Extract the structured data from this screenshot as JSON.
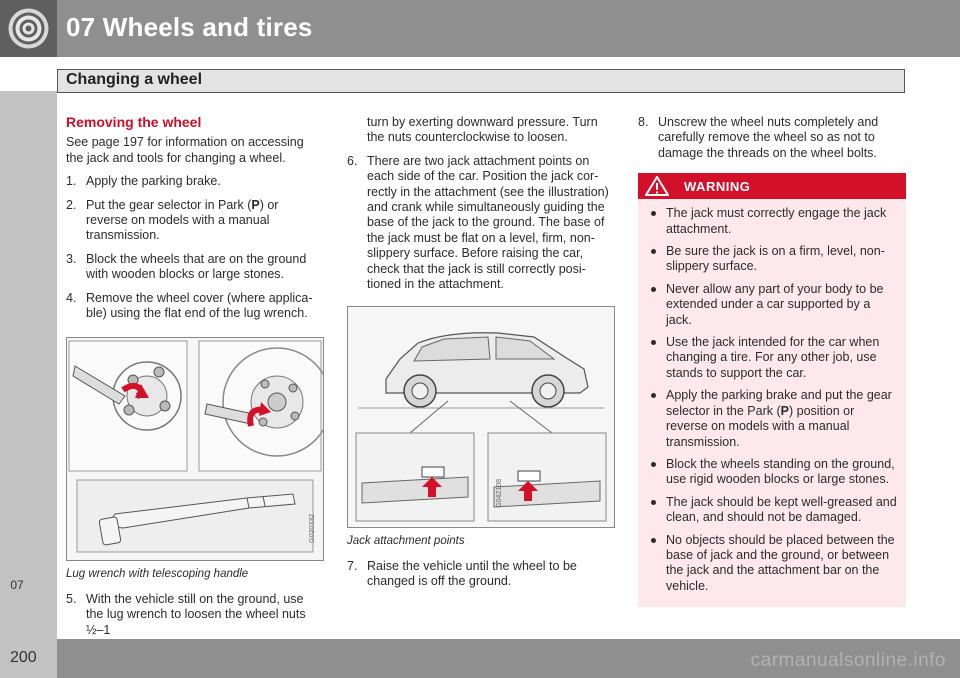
{
  "header": {
    "chapter_title": "07 Wheels and tires",
    "section_title": "Changing a wheel",
    "side_tab": "07"
  },
  "footer": {
    "page_number": "200",
    "watermark": "carmanualsonline.info"
  },
  "col1": {
    "heading": "Removing the wheel",
    "intro": "See page 197 for information on accessing the jack and tools for changing a wheel.",
    "steps": [
      {
        "num": "1.",
        "text": "Apply the parking brake."
      },
      {
        "num": "2.",
        "pre": "Put the gear selector in Park (",
        "key": "P",
        "post": ") or reverse on models with a manual transmission."
      },
      {
        "num": "3.",
        "text": "Block the wheels that are on the ground with wooden blocks or large stones."
      },
      {
        "num": "4.",
        "text": "Remove the wheel cover (where applica-ble) using the flat end of the lug wrench."
      }
    ],
    "figure_code": "G020332",
    "caption": "Lug wrench with telescoping handle",
    "step5": {
      "num": "5.",
      "text": "With the vehicle still on the ground, use the lug wrench to loosen the wheel nuts ½–1"
    }
  },
  "col2": {
    "continued": "turn by exerting downward pressure. Turn the nuts counterclockwise to loosen.",
    "step6": {
      "num": "6.",
      "text": "There are two jack attachment points on each side of the car. Position the jack cor-rectly in the attachment (see the illustration) and crank while simultaneously guiding the base of the jack to the ground. The base of the jack must be flat on a level, firm, non-slippery surface. Before raising the car, check that the jack is still correctly posi-tioned in the attachment."
    },
    "figure_code": "G042108",
    "caption": "Jack attachment points",
    "step7": {
      "num": "7.",
      "text": "Raise the vehicle until the wheel to be changed is off the ground."
    }
  },
  "col3": {
    "step8": {
      "num": "8.",
      "text": "Unscrew the wheel nuts completely and carefully remove the wheel so as not to damage the threads on the wheel bolts."
    },
    "warning": {
      "title": "WARNING",
      "bullets": [
        "The jack must correctly engage the jack attachment.",
        "Be sure the jack is on a firm, level, non-slippery surface.",
        "Never allow any part of your body to be extended under a car supported by a jack.",
        "Use the jack intended for the car when changing a tire. For any other job, use stands to support the car."
      ],
      "bullet_park": {
        "pre": "Apply the parking brake and put the gear selector in the Park (",
        "key": "P",
        "post": ") position or reverse on models with a manual transmission."
      },
      "bullets_after": [
        "Block the wheels standing on the ground, use rigid wooden blocks or large stones.",
        "The jack should be kept well-greased and clean, and should not be damaged.",
        "No objects should be placed between the base of jack and the ground, or between the jack and the attachment bar on the vehicle."
      ]
    }
  },
  "colors": {
    "accent_red": "#c8102e",
    "warning_red": "#d3102a",
    "warning_bg": "#fde8ee",
    "header_gray": "#8f8f8f"
  }
}
